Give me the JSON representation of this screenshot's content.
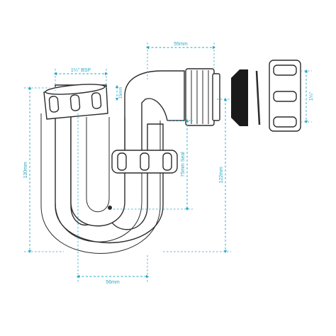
{
  "colors": {
    "outline": "#2b2b2b",
    "dimension": "#2aa7c4",
    "washer": "#1a1a1a"
  },
  "dimensions": {
    "thread_size_top": "1¼\" BSP",
    "outlet_width": "55mm",
    "nut_thread_size": "1¼\"",
    "small_offset": "15mm",
    "overall_height": "130mm",
    "seal_depth": "75mm Seal",
    "outlet_height": "122mm",
    "centre_width": "56mm"
  }
}
